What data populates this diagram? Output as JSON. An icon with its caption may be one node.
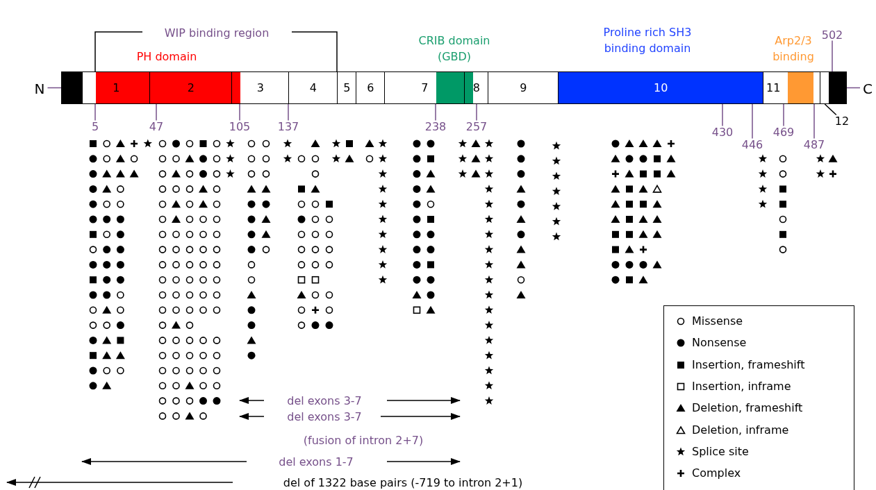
{
  "diagram": {
    "nodes": [
      {
        "text": [],
        "shape": "box"
      },
      {
        "text": [
          "1"
        ]
      },
      {
        "text": [
          "2"
        ]
      },
      {
        "text": [
          "3"
        ]
      },
      {
        "text": [
          "4"
        ]
      },
      {
        "text": [
          "5"
        ]
      },
      {
        "text": [
          "6"
        ]
      },
      {
        "text": [
          "7"
        ]
      },
      {
        "text": [
          "8"
        ]
      },
      {
        "text": [
          "9"
        ]
      },
      {
        "text": [
          "10"
        ]
      },
      {
        "text": [
          "11"
        ]
      },
      {
        "text": [],
        "shape": "box"
      },
      {
        "text": [],
        "shape": "box"
      },
      {
        "text": [
          "12"
        ]
      },
      {
        "text": [
          "N"
        ]
      },
      {
        "text": [
          "C"
        ]
      },
      {
        "text": [
          "5"
        ]
      },
      {
        "text": [
          "47"
        ]
      },
      {
        "text": [
          "105"
        ]
      },
      {
        "text": [
          "137"
        ]
      },
      {
        "text": [
          "238"
        ]
      },
      {
        "text": [
          "257"
        ]
      },
      {
        "text": [
          "430"
        ]
      },
      {
        "text": [
          "446"
        ]
      },
      {
        "text": [
          "469"
        ]
      },
      {
        "text": [
          "487"
        ]
      },
      {
        "text": [
          "502"
        ]
      }
    ],
    "edges": [
      {
        "from": 14,
        "to": 12,
        "arrow": "none",
        "color": "#000000"
      },
      {
        "from": 15,
        "to": 0,
        "arrow": "none"
      },
      {
        "from": 16,
        "to": 13,
        "arrow": "none"
      },
      {
        "from": 17,
        "to": 1,
        "arrow": "none"
      },
      {
        "from": 18,
        "to": 2,
        "arrow": "none"
      },
      {
        "from": 19,
        "to": 3,
        "arrow": "none"
      },
      {
        "from": 20,
        "to": 4,
        "arrow": "none"
      },
      {
        "from": 21,
        "to": 7,
        "arrow": "none"
      },
      {
        "from": 22,
        "to": 8,
        "arrow": "none"
      },
      {
        "from": 23,
        "to": 10,
        "arrow": "none"
      },
      {
        "from": 24,
        "to": 10,
        "arrow": "none"
      },
      {
        "from": 25,
        "to": 11,
        "arrow": "none"
      },
      {
        "from": 26,
        "to": 11,
        "arrow": "none"
      },
      {
        "from": 27,
        "to": 13,
        "arrow": "none"
      }
    ],
    "labels": [
      "WIP binding region",
      "PH domain",
      "CRIB domain (GBD)",
      "Proline rich SH3 binding domain",
      "Arp2/3 binding",
      "del exons 3-7",
      "del exons 3-7",
      "(fusion of intron 2+7)",
      "del exons 1-7",
      "del of 1322 base pairs (-719 to intron 2+1)"
    ],
    "legend": [
      {
        "text": "Missense"
      },
      {
        "text": "Nonsense"
      },
      {
        "text": "Insertion, frameshift"
      },
      {
        "text": "Insertion, inframe"
      },
      {
        "text": "Deletion, frameshift"
      },
      {
        "text": "Deletion, inframe"
      },
      {
        "text": "Splice site"
      },
      {
        "text": "Complex"
      }
    ]
  }
}
